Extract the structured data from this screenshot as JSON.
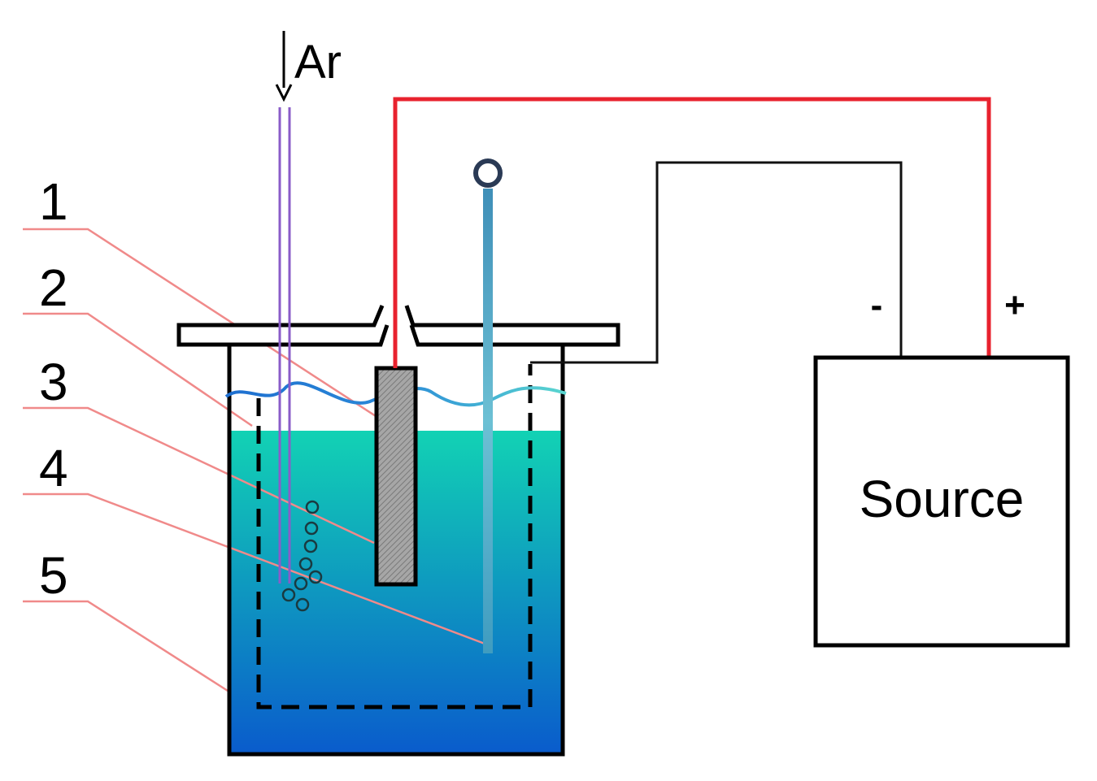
{
  "gas_label": "Ar",
  "callouts": [
    "1",
    "2",
    "3",
    "4",
    "5"
  ],
  "source": {
    "label": "Source",
    "negative_sign": "-",
    "positive_sign": "+"
  },
  "colors": {
    "positive_wire": "#e8222e",
    "negative_wire": "#111111",
    "leader_line": "#f08a8a",
    "tube": "#8a5cc8",
    "liquid_top": "#12d2b4",
    "liquid_bottom": "#0a5ccc",
    "electrode_rod": "#5fb2cc"
  }
}
